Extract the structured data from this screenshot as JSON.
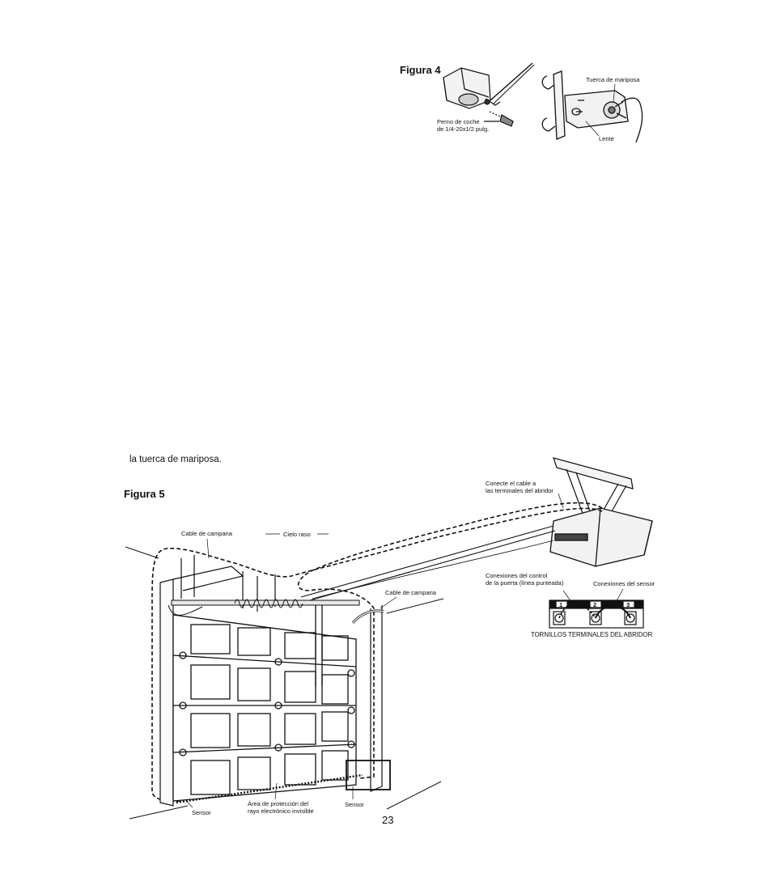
{
  "figure4": {
    "title": "Figura 4",
    "bolt_label_line1": "Perno de coche",
    "bolt_label_line2": "de 1/4-20x1/2 pulg.",
    "wingnut_label": "Tuerca de mariposa",
    "lens_label": "Lente"
  },
  "body_text": "la tuerca de mariposa.",
  "figure5": {
    "title": "Figura 5",
    "bell_wire_top": "Cable de campana",
    "ceiling": "Cielo raso",
    "connect_line1": "Conecte el cable a",
    "connect_line2": "las terminales del abridor",
    "bell_wire_right": "Cable de campana",
    "door_control_line1": "Conexiones del control",
    "door_control_line2": "de la puerta (línea punteada)",
    "sensor_connections": "Conexiones del sensor",
    "terminal_1": "1",
    "terminal_2": "2",
    "terminal_3": "3",
    "terminal_screws": "TORNILLOS TERMINALES DEL ABRIDOR",
    "sensor_left": "Sensor",
    "sensor_right": "Sensor",
    "area_line1": "Área de protección del",
    "area_line2": "rayo electrónico invisible"
  },
  "page_number": "23"
}
